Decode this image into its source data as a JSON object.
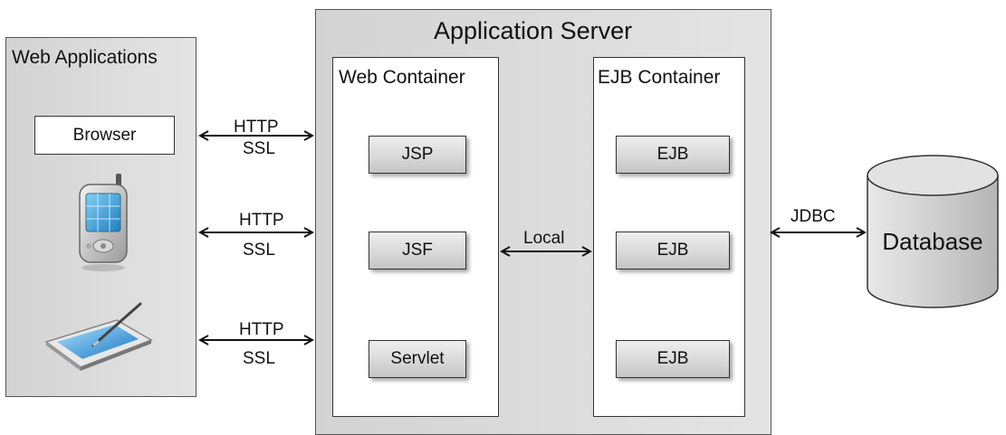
{
  "web_applications": {
    "title": "Web Applications",
    "browser_label": "Browser",
    "icons": [
      "mobile-phone-icon",
      "tablet-stylus-icon"
    ]
  },
  "application_server": {
    "title": "Application Server",
    "web_container": {
      "title": "Web Container",
      "components": [
        "JSP",
        "JSF",
        "Servlet"
      ]
    },
    "ejb_container": {
      "title": "EJB Container",
      "components": [
        "EJB",
        "EJB",
        "EJB"
      ]
    }
  },
  "connections": {
    "client_links": [
      {
        "protocol": "HTTP",
        "security": "SSL"
      },
      {
        "protocol": "HTTP",
        "security": "SSL"
      },
      {
        "protocol": "HTTP",
        "security": "SSL"
      }
    ],
    "container_link": "Local",
    "database_link": "JDBC"
  },
  "database": {
    "label": "Database"
  }
}
